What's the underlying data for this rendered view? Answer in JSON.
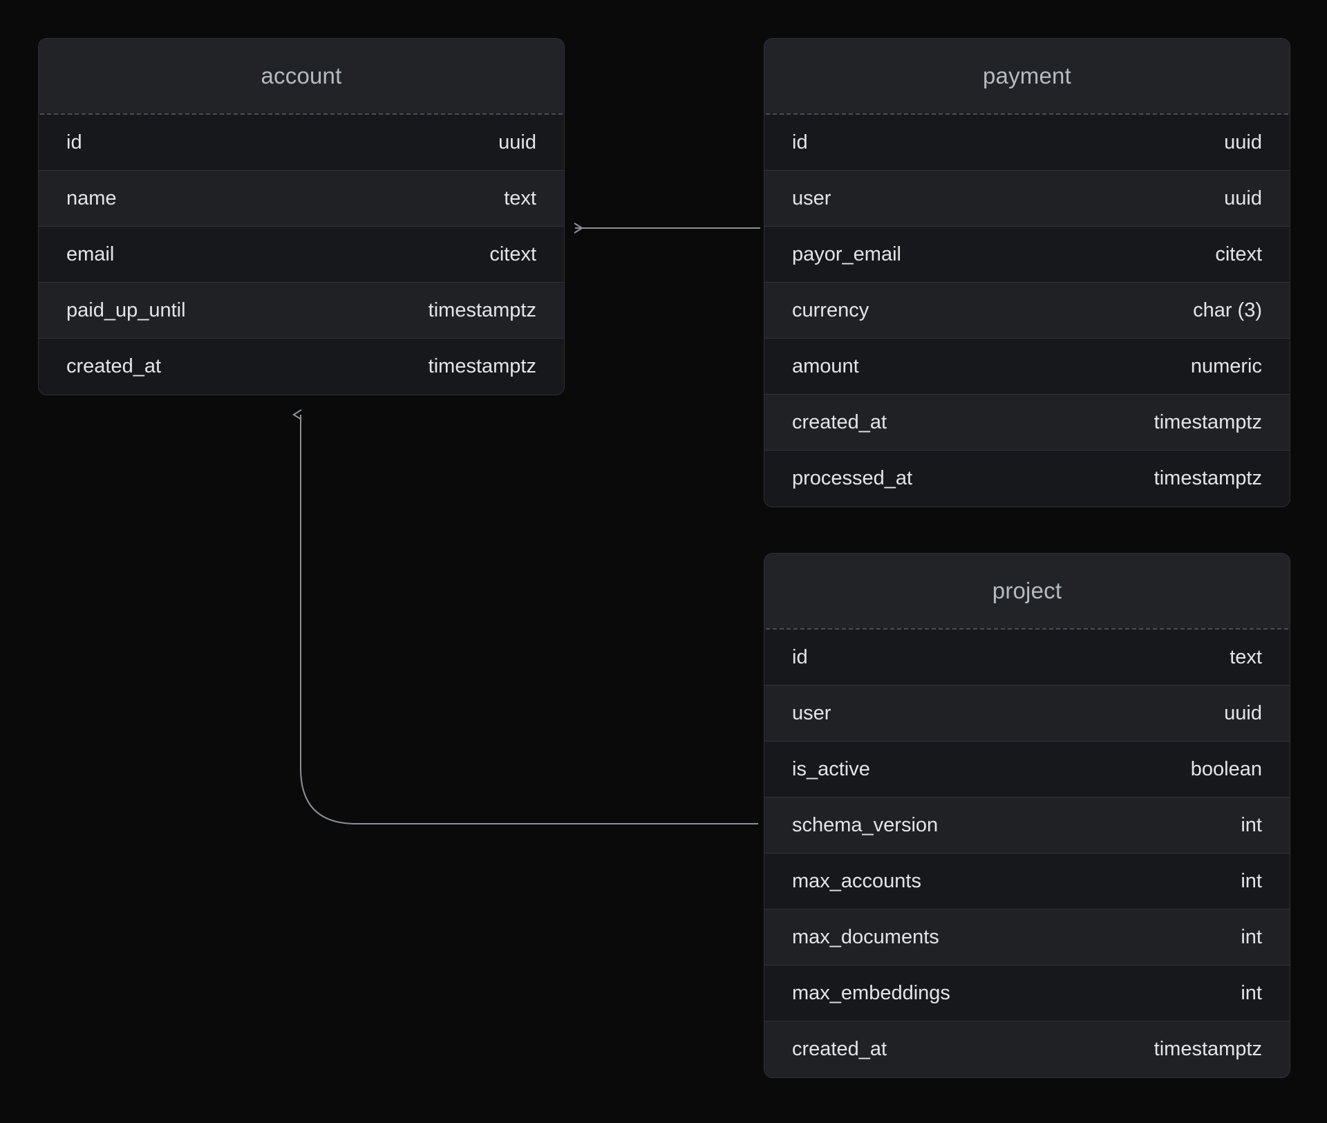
{
  "diagram": {
    "title": "database-schema",
    "background_color": "#0a0a0a",
    "card_color": "#1b1d20",
    "text_color": "#e3e5e7",
    "title_color": "#b6bbc0",
    "connector_color": "#8c9096"
  },
  "tables": [
    {
      "name": "account",
      "columns": [
        {
          "field": "id",
          "type": "uuid"
        },
        {
          "field": "name",
          "type": "text"
        },
        {
          "field": "email",
          "type": "citext"
        },
        {
          "field": "paid_up_until",
          "type": "timestamptz"
        },
        {
          "field": "created_at",
          "type": "timestamptz"
        }
      ]
    },
    {
      "name": "payment",
      "columns": [
        {
          "field": "id",
          "type": "uuid"
        },
        {
          "field": "user",
          "type": "uuid"
        },
        {
          "field": "payor_email",
          "type": "citext"
        },
        {
          "field": "currency",
          "type": "char (3)"
        },
        {
          "field": "amount",
          "type": "numeric"
        },
        {
          "field": "created_at",
          "type": "timestamptz"
        },
        {
          "field": "processed_at",
          "type": "timestamptz"
        }
      ]
    },
    {
      "name": "project",
      "columns": [
        {
          "field": "id",
          "type": "text"
        },
        {
          "field": "user",
          "type": "uuid"
        },
        {
          "field": "is_active",
          "type": "boolean"
        },
        {
          "field": "schema_version",
          "type": "int"
        },
        {
          "field": "max_accounts",
          "type": "int"
        },
        {
          "field": "max_documents",
          "type": "int"
        },
        {
          "field": "max_embeddings",
          "type": "int"
        },
        {
          "field": "created_at",
          "type": "timestamptz"
        }
      ]
    }
  ],
  "relations": [
    {
      "from": "payment.user",
      "to": "account.id",
      "shape": "straight-left-arrow"
    },
    {
      "from": "project.user",
      "to": "account.id",
      "shape": "elbow-up-arrow"
    }
  ]
}
